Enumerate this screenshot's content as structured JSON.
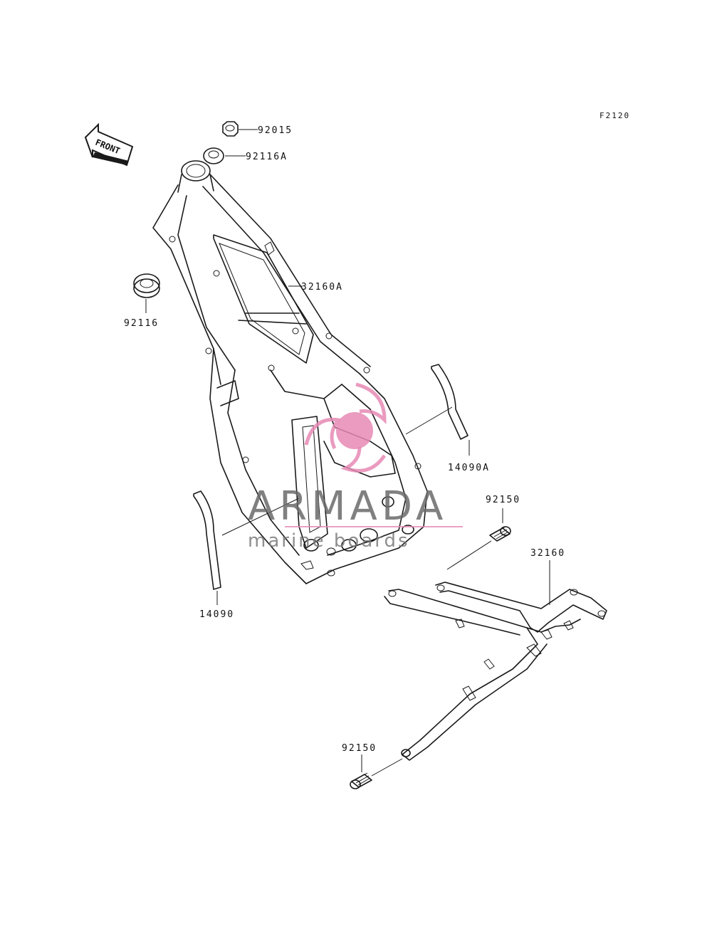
{
  "diagram_code": "F2120",
  "front_arrow_label": "FRONT",
  "parts": {
    "nut_92015": "92015",
    "bushing_92116a": "92116A",
    "bearing_92116": "92116",
    "frame_32160a": "32160A",
    "pad_14090a": "14090A",
    "pad_14090": "14090",
    "bolt_upper_92150": "92150",
    "subframe_32160": "32160",
    "bolt_lower_92150": "92150"
  },
  "watermark": {
    "title": "ARMADA",
    "subtitle": "marine boards",
    "logo_color": "#e68ab4",
    "text_color": "#6a6a6a"
  }
}
